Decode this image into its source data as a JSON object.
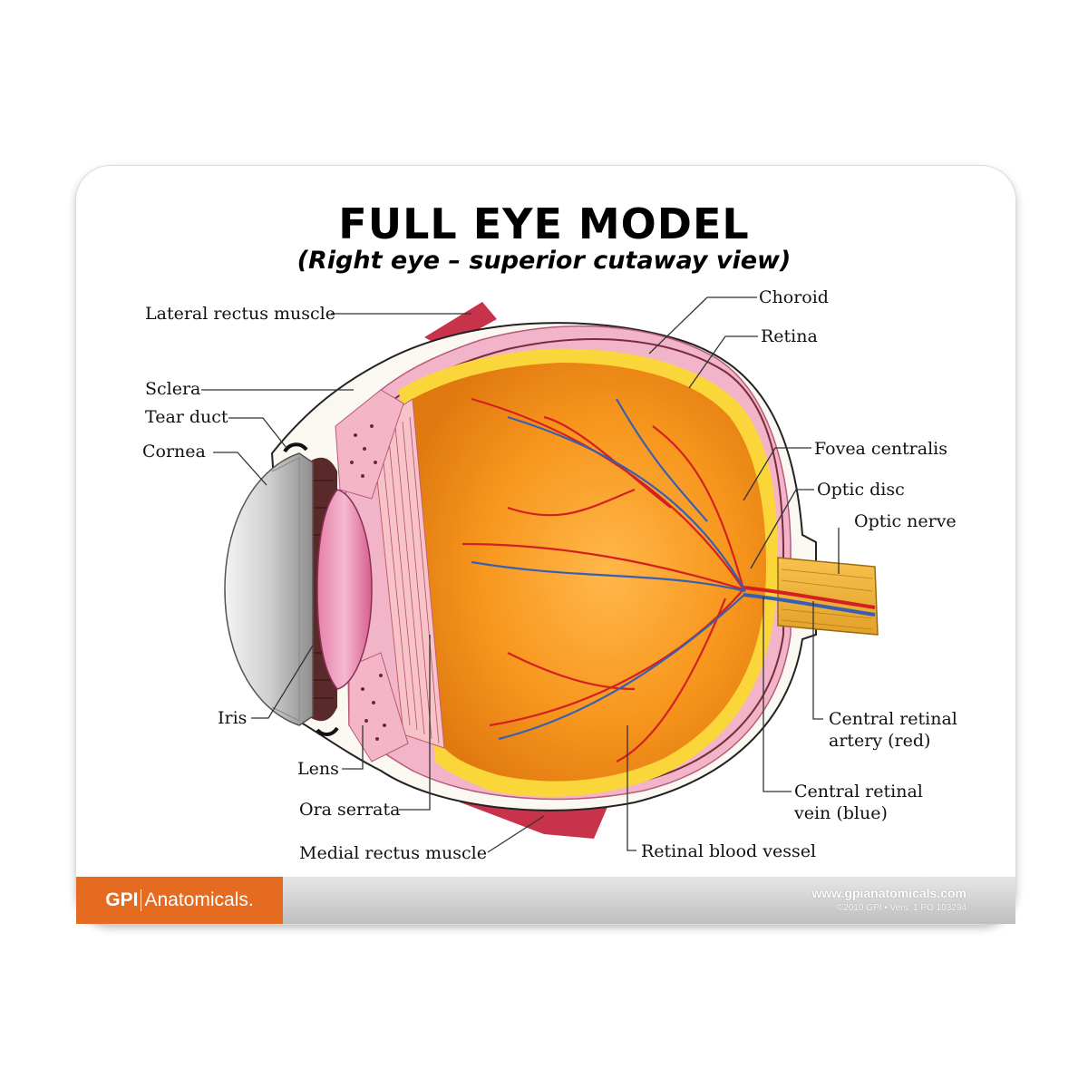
{
  "title": "FULL EYE MODEL",
  "subtitle": "(Right eye – superior cutaway view)",
  "labels": {
    "lateral_rectus": "Lateral rectus muscle",
    "sclera": "Sclera",
    "tear_duct": "Tear duct",
    "cornea": "Cornea",
    "iris": "Iris",
    "lens": "Lens",
    "ora_serrata": "Ora serrata",
    "medial_rectus": "Medial rectus muscle",
    "choroid": "Choroid",
    "retina": "Retina",
    "fovea": "Fovea centralis",
    "optic_disc": "Optic disc",
    "optic_nerve": "Optic nerve",
    "artery_line1": "Central retinal",
    "artery_line2": "artery (red)",
    "vein_line1": "Central retinal",
    "vein_line2": "vein (blue)",
    "blood_vessel": "Retinal blood vessel"
  },
  "footer": {
    "brand_bold": "GPI",
    "brand_light": "Anatomicals.",
    "url": "www.gpianatomicals.com",
    "copyright": "©2010 GPI • Vers. 1 PO 103294"
  },
  "colors": {
    "brand_orange": "#e46b1f",
    "retina_orange": "#f59a1e",
    "sclera_pink": "#f2b4c8",
    "muscle_red": "#c8324a",
    "artery_red": "#d42020",
    "vein_blue": "#3a5fb0"
  }
}
